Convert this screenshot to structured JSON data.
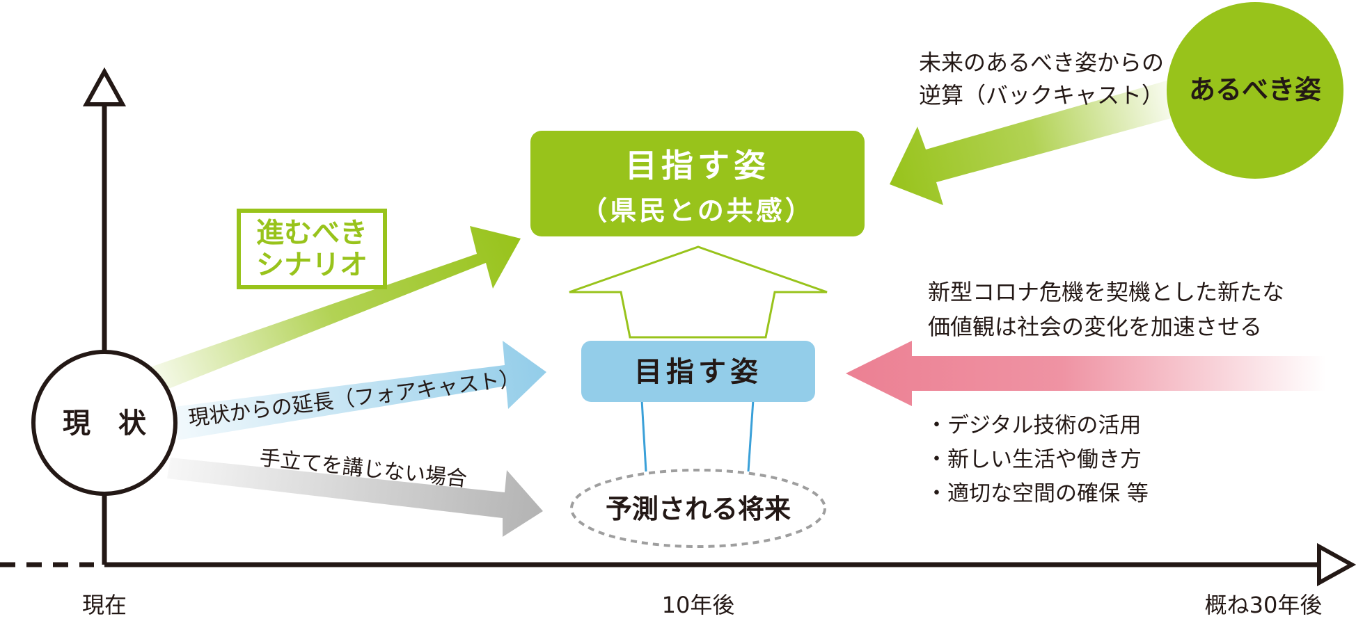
{
  "axes": {
    "labels": {
      "now": "現在",
      "ten_years": "10年後",
      "thirty_years": "概ね30年後"
    }
  },
  "nodes": {
    "current": "現　状",
    "goal_title": "目指す姿",
    "goal_subtitle": "（県民との共感）",
    "mid_goal": "目指す姿",
    "predicted": "予測される将来",
    "ideal": "あるべき姿",
    "scenario": [
      "進むべき",
      "シナリオ"
    ]
  },
  "arrows": {
    "forecast": "現状からの延長（フォアキャスト）",
    "no_action": "手立てを講じない場合",
    "backcast": [
      "未来のあるべき姿からの",
      "逆算（バックキャスト）"
    ],
    "covid": [
      "新型コロナ危機を契機とした新たな",
      "価値観は社会の変化を加速させる"
    ]
  },
  "bullets": [
    "・デジタル技術の活用",
    "・新しい生活や働き方",
    "・適切な空間の確保 等"
  ],
  "colors": {
    "green": "#98c31b",
    "blue": "#93cde9",
    "pink": "#ec8093",
    "gray": "#b3b3b3",
    "black": "#231815"
  }
}
